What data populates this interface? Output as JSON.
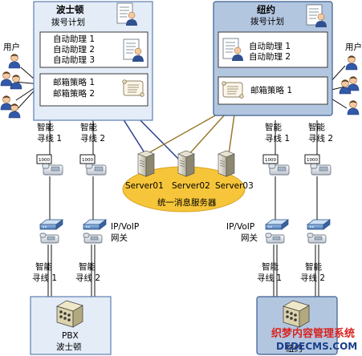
{
  "boston": {
    "title": "波士顿",
    "subtitle": "拨号计划",
    "auto_attendants": [
      "自动助理 1",
      "自动助理 2",
      "自动助理 3"
    ],
    "mailbox_policies": [
      "邮箱策略 1",
      "邮箱策略 2"
    ]
  },
  "newyork": {
    "title": "纽约",
    "subtitle": "拨号计划",
    "auto_attendants": [
      "自动助理 1",
      "自动助理 2"
    ],
    "mailbox_policies": [
      "邮箱策略 1"
    ]
  },
  "users_label_left": "用户",
  "users_label_right": "用户",
  "hunt_group_label_top": "智能",
  "hunt_group_left": [
    "寻线 1",
    "寻线 2"
  ],
  "hunt_group_right": [
    "寻线 1",
    "寻线 2"
  ],
  "servers": [
    "Server01",
    "Server02",
    "Server03"
  ],
  "um_server_label": "统一消息服务器",
  "gateway_label_line1": "IP/VoIP",
  "gateway_label_line2": "网关",
  "trunk_label_left": [
    "智能",
    "寻线 1",
    "智能",
    "寻线 2"
  ],
  "trunk_label_right": [
    "智能",
    "寻线 1",
    "智能",
    "寻线 2"
  ],
  "pbx_left": {
    "line1": "PBX",
    "line2": "波士顿"
  },
  "pbx_right": {
    "line2": "纽约"
  },
  "watermark": {
    "line1": "织梦内容管理系统",
    "line2": "DEDECMS.COM"
  },
  "colors": {
    "boston_fill": "#e4ecf7",
    "newyork_fill": "#b3c6e0",
    "ellipse": "#f6c53a",
    "link_blue": "#2a3f8f",
    "link_brown": "#9a7a30"
  }
}
